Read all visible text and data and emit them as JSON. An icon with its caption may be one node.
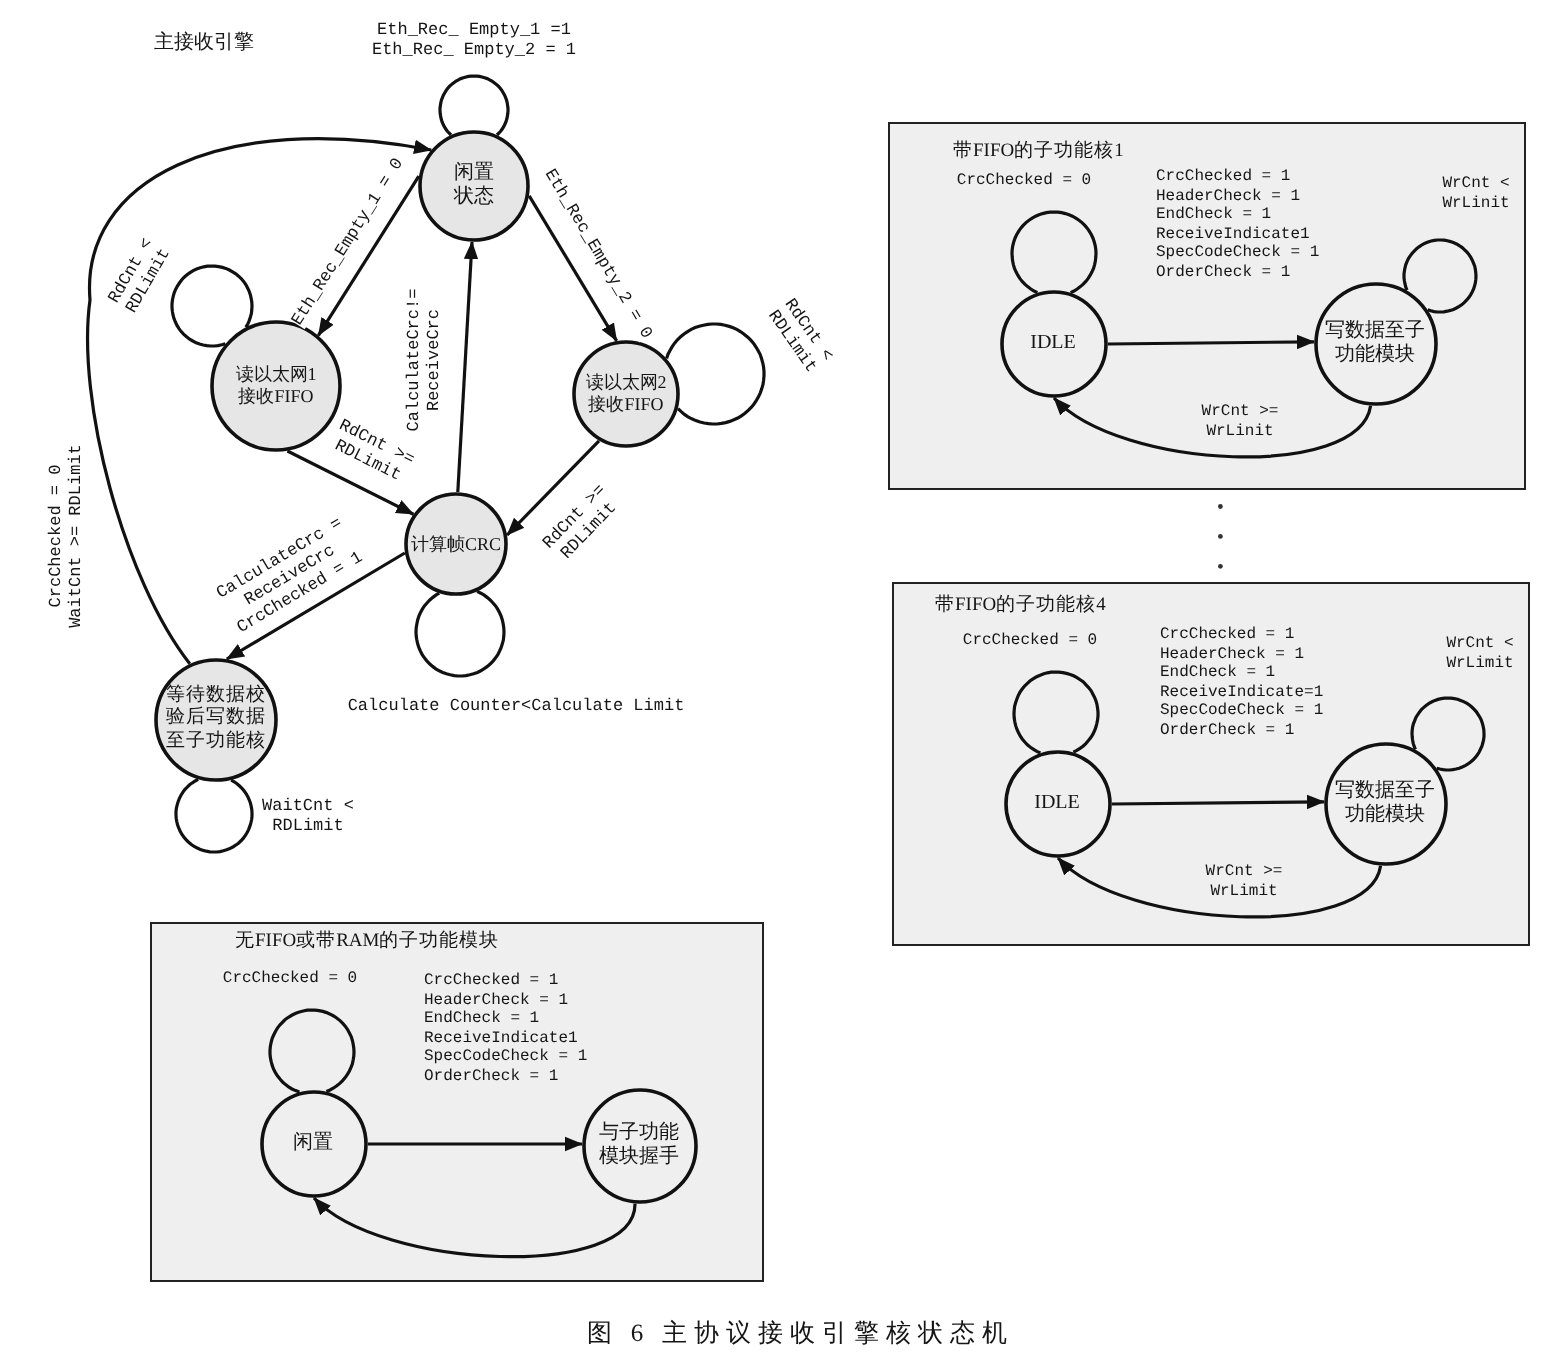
{
  "diagram": {
    "caption": "图 6 主协议接收引擎核状态机",
    "nodes": [
      {
        "text": [
          "闲置状态"
        ]
      },
      {
        "text": [
          "读以太网1接收FIFO"
        ]
      },
      {
        "text": [
          "读以太网2接收FIFO"
        ]
      },
      {
        "text": [
          "计算帧CRC"
        ]
      },
      {
        "text": [
          "等待数据校验后写数据至子功能核"
        ]
      },
      {
        "text": [
          "带FIFO的子功能核1"
        ]
      },
      {
        "text": [
          "IDLE"
        ],
        "in": 5
      },
      {
        "text": [
          "写数据至子功能模块"
        ],
        "in": 5
      },
      {
        "text": [
          "带FIFO的子功能核4"
        ]
      },
      {
        "text": [
          "IDLE"
        ],
        "in": 8
      },
      {
        "text": [
          "写数据至子功能模块"
        ],
        "in": 8
      },
      {
        "text": [
          "无FIFO或带RAM的子功能模块"
        ]
      },
      {
        "text": [
          "闲置"
        ],
        "in": 11
      },
      {
        "text": [
          "与子功能模块握手"
        ],
        "in": 11
      }
    ],
    "edges": [
      {
        "from": 0,
        "to": 0,
        "arrow": "none",
        "label": "Eth_Rec_ Empty_1 =1 Eth_Rec_ Empty_2 = 1"
      },
      {
        "from": 0,
        "to": 1,
        "arrow": "to",
        "label": "Eth_Rec_Empty_1 = 0"
      },
      {
        "from": 0,
        "to": 2,
        "arrow": "to",
        "label": "Eth_Rec_Empty_2 = 0"
      },
      {
        "from": 1,
        "to": 1,
        "arrow": "none",
        "label": "RdCnt < RDLimit"
      },
      {
        "from": 2,
        "to": 2,
        "arrow": "none",
        "label": "RdCnt < RDLimit"
      },
      {
        "from": 3,
        "to": 0,
        "arrow": "to",
        "label": "CalculateCrc!= ReceiveCrc"
      },
      {
        "from": 1,
        "to": 3,
        "arrow": "to",
        "label": "RdCnt >= RDLimit"
      },
      {
        "from": 2,
        "to": 3,
        "arrow": "to",
        "label": "RdCnt >= RDLimit"
      },
      {
        "from": 3,
        "to": 4,
        "arrow": "to",
        "label": "CalculateCrc = ReceiveCrc CrcChecked = 1"
      },
      {
        "from": 3,
        "to": 3,
        "arrow": "none",
        "label": "Calculate Counter<Calculate Limit"
      },
      {
        "from": 4,
        "to": 0,
        "arrow": "to",
        "label": "CrcChecked = 0 WaitCnt >= RDLimit"
      },
      {
        "from": 4,
        "to": 4,
        "arrow": "none",
        "label": "WaitCnt < RDLimit"
      },
      {
        "from": 6,
        "to": 6,
        "arrow": "none",
        "label": "CrcChecked = 0"
      },
      {
        "from": 6,
        "to": 7,
        "arrow": "to",
        "label": "CrcChecked = 1 HeaderCheck = 1 EndCheck = 1 ReceiveIndicate1 SpecCodeCheck = 1 OrderCheck = 1"
      },
      {
        "from": 7,
        "to": 7,
        "arrow": "none",
        "label": "WrCnt < WrLinit"
      },
      {
        "from": 7,
        "to": 6,
        "arrow": "to",
        "label": "WrCnt >= WrLinit"
      },
      {
        "from": 9,
        "to": 9,
        "arrow": "none",
        "label": "CrcChecked = 0"
      },
      {
        "from": 9,
        "to": 10,
        "arrow": "to",
        "label": "CrcChecked = 1 HeaderCheck = 1 EndCheck = 1 ReceiveIndicate=1 SpecCodeCheck = 1 OrderCheck = 1"
      },
      {
        "from": 10,
        "to": 10,
        "arrow": "none",
        "label": "WrCnt < WrLimit"
      },
      {
        "from": 10,
        "to": 9,
        "arrow": "to",
        "label": "WrCnt >= WrLimit"
      },
      {
        "from": 12,
        "to": 12,
        "arrow": "none",
        "label": "CrcChecked = 0"
      },
      {
        "from": 12,
        "to": 13,
        "arrow": "to",
        "label": "CrcChecked = 1 HeaderCheck = 1 EndCheck = 1 ReceiveIndicate1 SpecCodeCheck = 1 OrderCheck = 1"
      },
      {
        "from": 13,
        "to": 12,
        "arrow": "to"
      }
    ],
    "labels": [
      "主接收引擎"
    ]
  }
}
